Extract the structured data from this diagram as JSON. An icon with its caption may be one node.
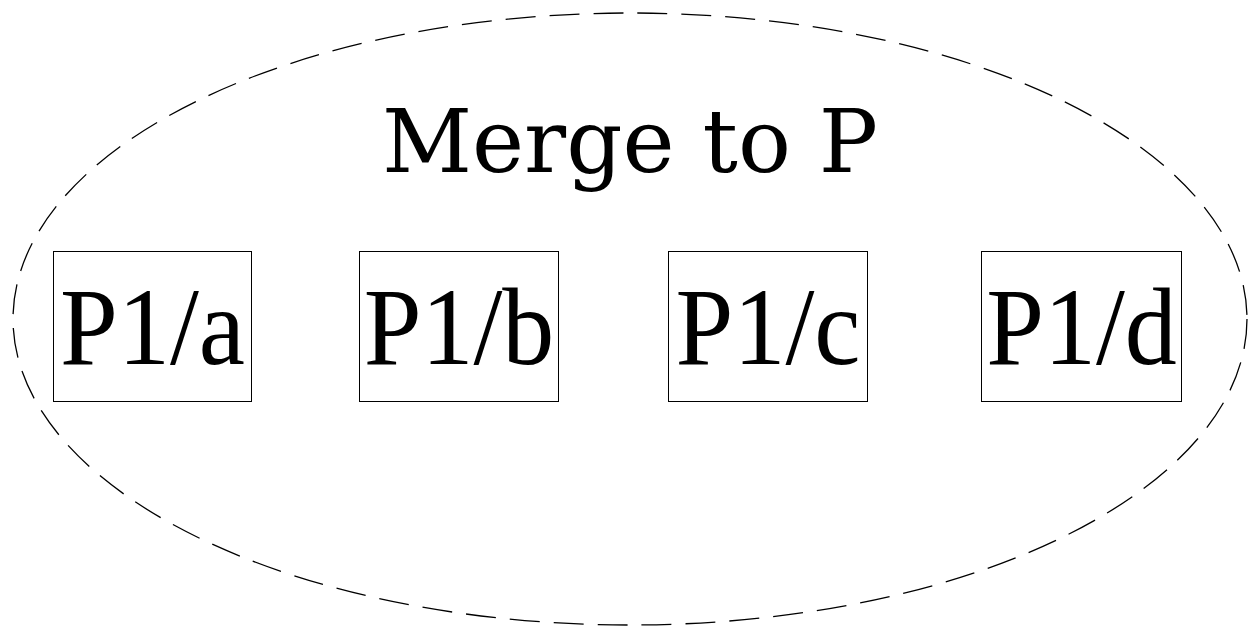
{
  "diagram": {
    "nodes": [
      {
        "text": [
          "Merge to P"
        ]
      },
      {
        "text": [
          "P1/a"
        ],
        "in": 0
      },
      {
        "text": [
          "P1/b"
        ],
        "in": 0
      },
      {
        "text": [
          "P1/c"
        ],
        "in": 0
      },
      {
        "text": [
          "P1/d"
        ],
        "in": 0
      }
    ]
  }
}
